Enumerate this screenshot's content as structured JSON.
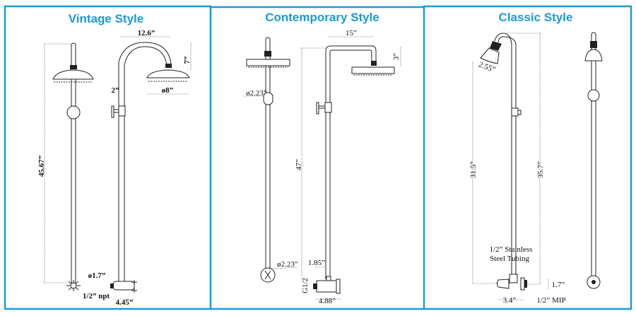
{
  "accent_color": "#1a9ad6",
  "panels": {
    "vintage": {
      "title": "Vintage Style",
      "labels": {
        "height": "45.67”",
        "arm_reach": "12.6”",
        "arm_drop": "7”",
        "head_diameter": "ø8”",
        "bracket_offset": "2”",
        "valve_diameter": "ø1.7”",
        "inlet": "1/2” npt",
        "valve_depth": "4.45”"
      }
    },
    "contemporary": {
      "title": "Contemporary Style",
      "labels": {
        "arm_reach": "15”",
        "arm_drop": "3”",
        "height": "47”",
        "bracket_diameter": "ø2.23”",
        "valve_diameter": "ø2.23”",
        "valve_offset": "1.85”",
        "inlet": "G1/2",
        "valve_depth": "4.88”"
      }
    },
    "classic": {
      "title": "Classic Style",
      "labels": {
        "head_diameter": "2.55”",
        "head_height": "31.5”",
        "total_height": "35.7”",
        "tubing_line1": "1/2” Stainless",
        "tubing_line2": "Steel Tubing",
        "valve_height": "1.7”",
        "valve_depth": "3.4”",
        "inlet": "1/2” MIP"
      }
    }
  }
}
